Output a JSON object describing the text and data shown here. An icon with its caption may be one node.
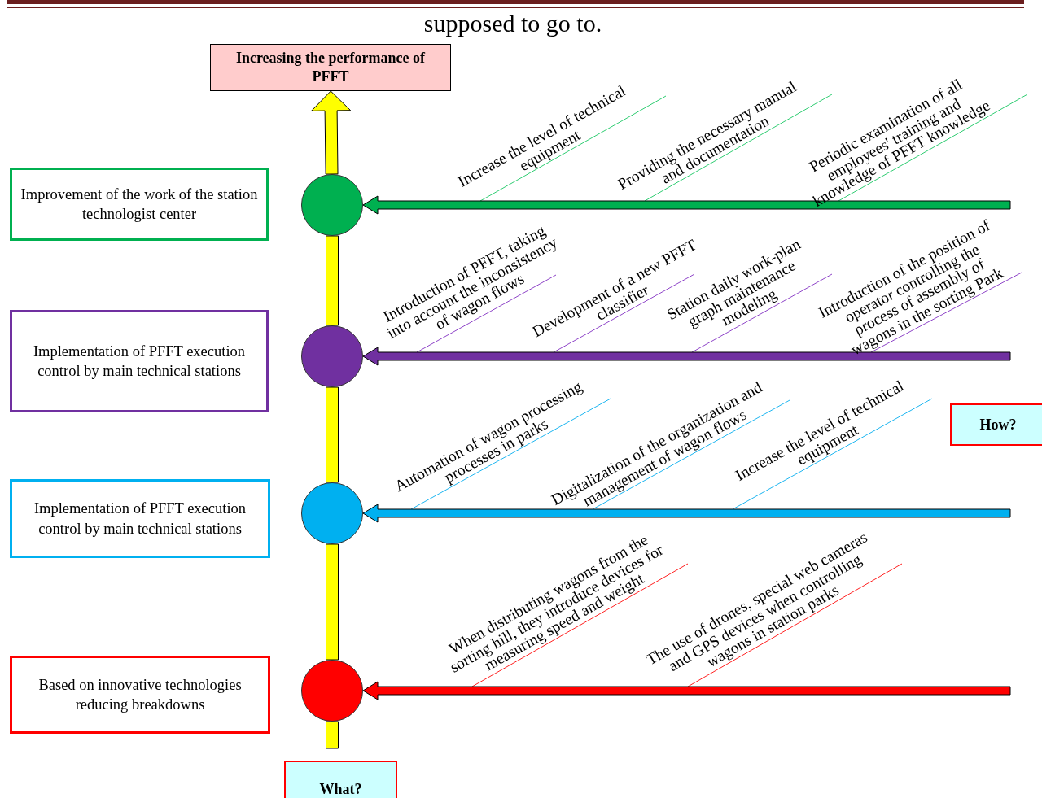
{
  "diagram": {
    "nodes": [
      {
        "text": [
          "Increasing the performance of PFFT"
        ]
      },
      {
        "text": [],
        "shape": "circle"
      },
      {
        "text": [],
        "shape": "circle"
      },
      {
        "text": [],
        "shape": "circle"
      },
      {
        "text": [],
        "shape": "circle"
      },
      {
        "text": [
          "Improvement of the work of the station technologist center"
        ]
      },
      {
        "text": [
          "Implementation of PFFT execution control by main technical stations"
        ]
      },
      {
        "text": [
          "Implementation of PFFT execution control by main technical stations"
        ]
      },
      {
        "text": [
          "Based on innovative technologies reducing breakdowns"
        ]
      },
      {
        "text": [
          "How?"
        ]
      },
      {
        "text": [
          "What?"
        ]
      }
    ],
    "edges": [
      {
        "from": null,
        "to": 1,
        "arrow": "to",
        "style": "thick",
        "color": "#00b050"
      },
      {
        "from": null,
        "to": 2,
        "arrow": "to",
        "style": "thick",
        "color": "#7030a0"
      },
      {
        "from": null,
        "to": 3,
        "arrow": "to",
        "style": "thick",
        "color": "#00b0f0"
      },
      {
        "from": null,
        "to": 4,
        "arrow": "to",
        "style": "thick",
        "color": "#ff0000"
      },
      {
        "from": null,
        "to": 4,
        "arrow": "none",
        "style": "thick",
        "color": "#ffff00"
      },
      {
        "from": 4,
        "to": 3,
        "arrow": "none",
        "style": "thick",
        "color": "#ffff00"
      },
      {
        "from": 3,
        "to": 2,
        "arrow": "none",
        "style": "thick",
        "color": "#ffff00"
      },
      {
        "from": 2,
        "to": 1,
        "arrow": "none",
        "style": "thick",
        "color": "#ffff00"
      },
      {
        "from": 1,
        "to": 0,
        "arrow": "to",
        "style": "thick",
        "color": "#ffff00"
      }
    ],
    "labels": [
      "supposed to go to.",
      "Increase the level of technical equipment",
      "Providing the necessary manual and documentation",
      "Periodic examination of all employees' training and knowledge of PFFT knowledge",
      "Introduction of PFFT, taking into account the inconsistency of wagon flows",
      "Development of a new PFFT classifier",
      "Station daily work-plan graph maintenance modeling",
      "Introduction of the position of operator controlling the process of assembly of wagons in the sorting Park",
      "Automation of wagon processing processes in parks",
      "Digitalization of the organization and management of wagon flows",
      "Increase the level of technical equipment",
      "When distributing wagons from the sorting hill, they introduce devices for measuring speed and weight",
      "The use of drones, special web cameras and GPS devices when controlling wagons in station parks"
    ]
  }
}
